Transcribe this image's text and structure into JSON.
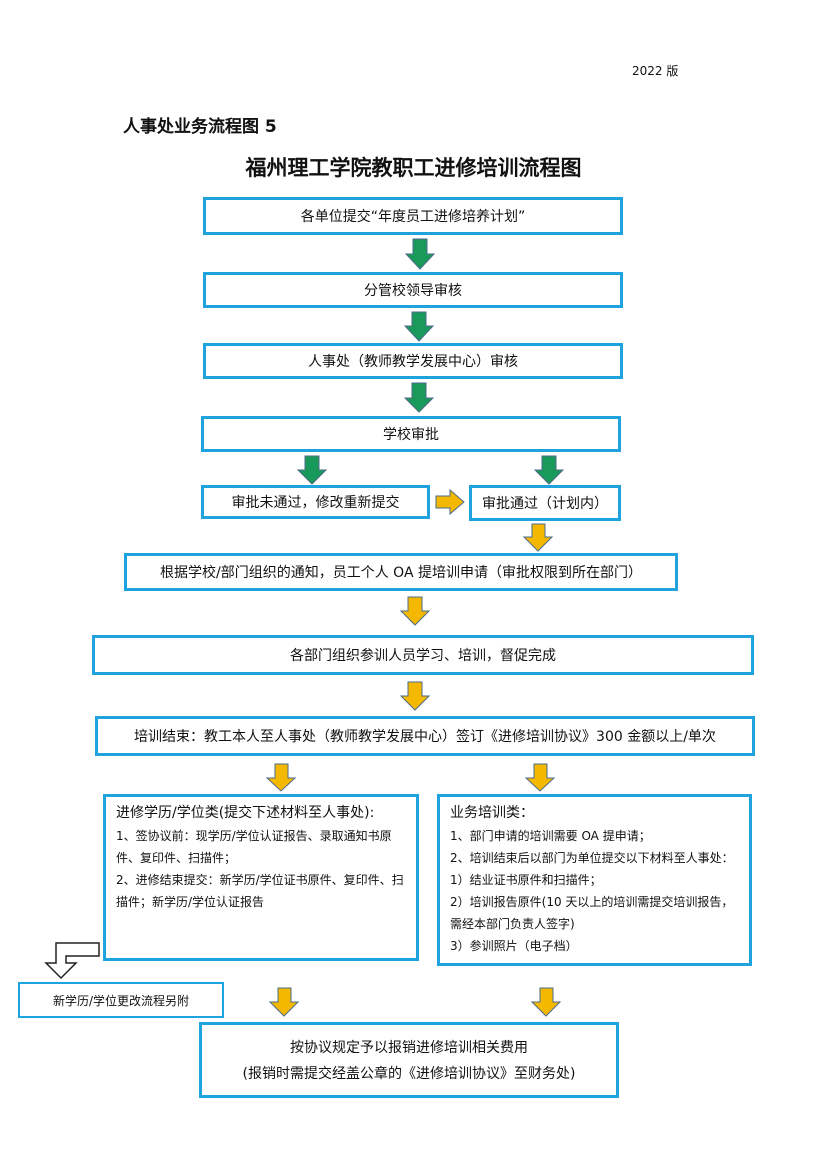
{
  "version": "2022 版",
  "section_title": "人事处业务流程图 5",
  "main_title": "福州理工学院教职工进修培训流程图",
  "steps": {
    "submit_plan": "各单位提交“年度员工进修培养计划”",
    "leader_review": "分管校领导审核",
    "hr_review": "人事处（教师教学发展中心）审核",
    "school_approve": "学校审批",
    "rejected": "审批未通过，修改重新提交",
    "approved": "审批通过（计划内）",
    "oa_apply": "根据学校/部门组织的通知，员工个人 OA 提培训申请（审批权限到所在部门）",
    "dept_organize": "各部门组织参训人员学习、培训，督促完成",
    "sign_agreement": "培训结束：教工本人至人事处（教师教学发展中心）签订《进修培训协议》300 金额以上/单次",
    "degree_change": "新学历/学位更改流程另附",
    "reimburse_line1": "按协议规定予以报销进修培训相关费用",
    "reimburse_line2": "(报销时需提交经盖公章的《进修培训协议》至财务处)"
  },
  "degree_box": {
    "heading": "进修学历/学位类(提交下述材料至人事处):",
    "items": [
      "1、签协议前：现学历/学位认证报告、录取通知书原件、复印件、扫描件；",
      "2、进修结束提交：新学历/学位证书原件、复印件、扫描件；新学历/学位认证报告"
    ]
  },
  "business_box": {
    "heading": "业务培训类：",
    "items": [
      "1、部门申请的培训需要 OA 提申请；",
      "2、培训结束后以部门为单位提交以下材料至人事处：",
      "1）结业证书原件和扫描件；",
      "2）培训报告原件(10 天以上的培训需提交培训报告，需经本部门负责人签字)",
      "3）参训照片（电子档）"
    ]
  },
  "colors": {
    "box_border": "#1fa3dc",
    "green_arrow": "#1a9a5a",
    "yellow_arrow": "#f5b800",
    "arrow_outline": "#4a6b8a"
  },
  "icons": {
    "green": "arrow-down-icon",
    "yellow": "arrow-down-icon",
    "right": "arrow-right-icon",
    "bent": "bent-arrow-icon"
  }
}
